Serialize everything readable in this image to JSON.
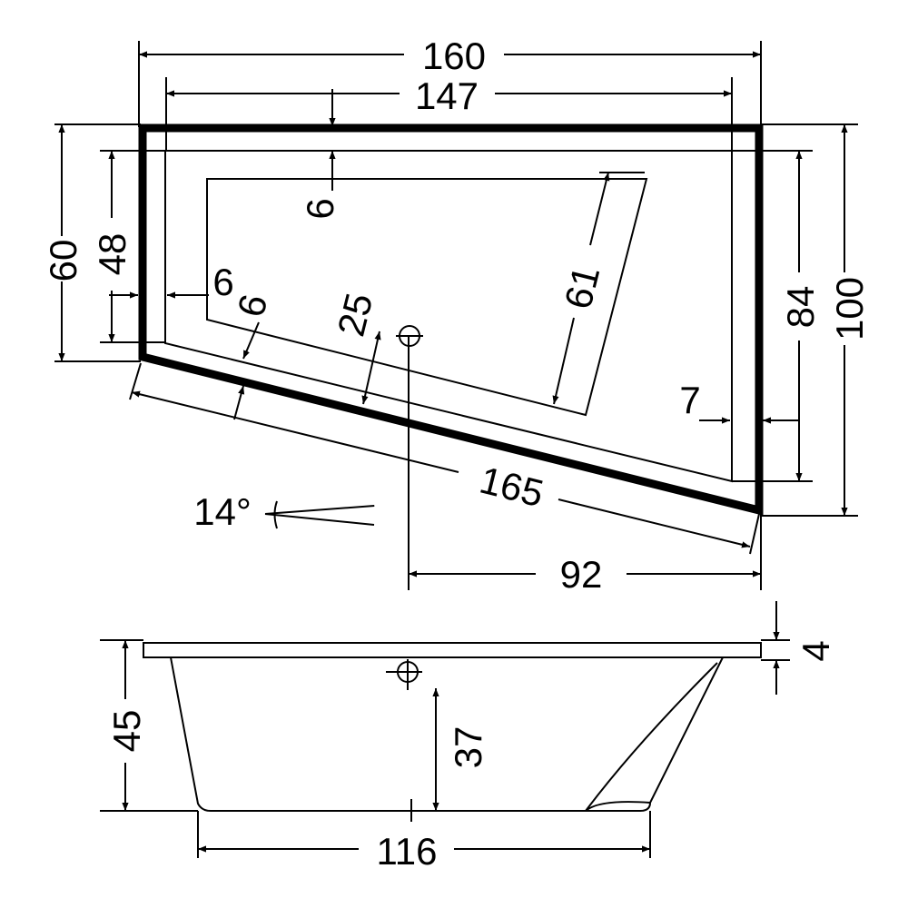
{
  "top_view": {
    "overall_width": "160",
    "inner_width": "147",
    "left_depth": "60",
    "left_inner_depth": "48",
    "rim_top": "6",
    "rim_left": "6",
    "rim_front": "6",
    "drain_offset": "25",
    "basin_length": "61",
    "right_inner_depth": "84",
    "right_depth": "100",
    "rim_right": "7",
    "diagonal_length": "165",
    "angle": "14°",
    "drain_to_right": "92"
  },
  "side_view": {
    "rim_thickness": "4",
    "height": "45",
    "inner_depth": "37",
    "bottom_length": "116"
  }
}
